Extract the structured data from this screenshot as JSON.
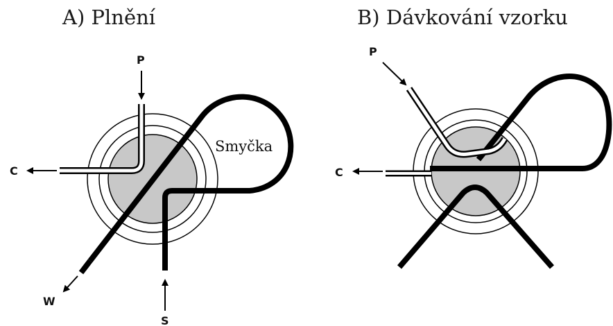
{
  "panel_a": {
    "title": "A)  Plnění",
    "loop_label": "Smyčka",
    "ports": {
      "p": "P",
      "c": "C",
      "w": "W",
      "s": "S"
    }
  },
  "panel_b": {
    "title": "B)  Dávkování vzorku",
    "ports": {
      "p": "P",
      "c": "C"
    }
  },
  "colors": {
    "channel": "#000000",
    "rotor": "#c8c8c8",
    "ring": "#000000",
    "capillary_fill": "#ffffff"
  }
}
